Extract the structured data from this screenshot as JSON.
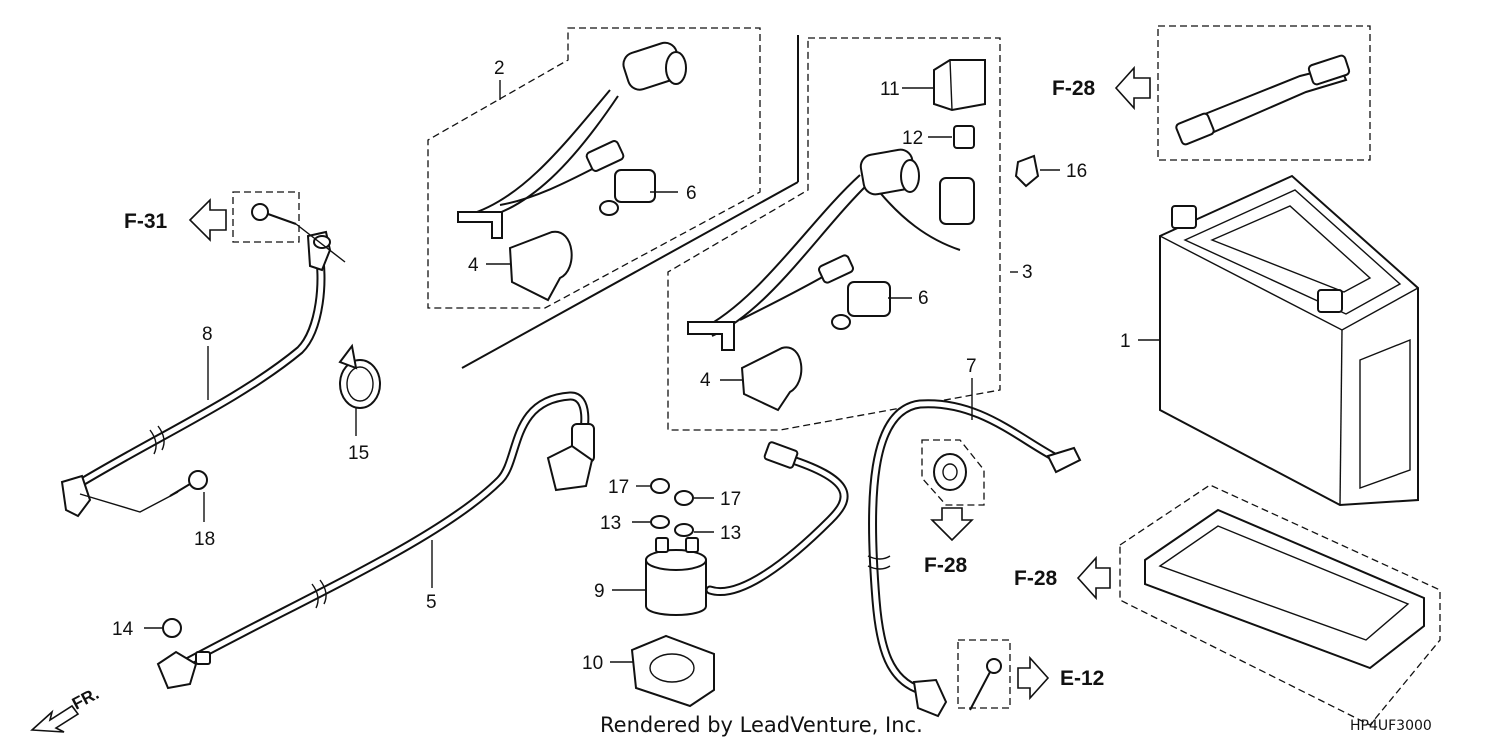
{
  "diagram": {
    "callouts": {
      "c1": "1",
      "c2": "2",
      "c3": "3",
      "c4a": "4",
      "c4b": "4",
      "c5": "5",
      "c6a": "6",
      "c6b": "6",
      "c7": "7",
      "c8": "8",
      "c9": "9",
      "c10": "10",
      "c11": "11",
      "c12": "12",
      "c13a": "13",
      "c13b": "13",
      "c14": "14",
      "c15": "15",
      "c16": "16",
      "c17a": "17",
      "c17b": "17",
      "c18": "18"
    },
    "refs": {
      "f31": "F-31",
      "f28_top": "F-28",
      "f28_mid": "F-28",
      "f28_right": "F-28",
      "e12": "E-12"
    },
    "front_label": "FR.",
    "credit": "Rendered by LeadVenture, Inc.",
    "code": "HP4UF3000"
  }
}
